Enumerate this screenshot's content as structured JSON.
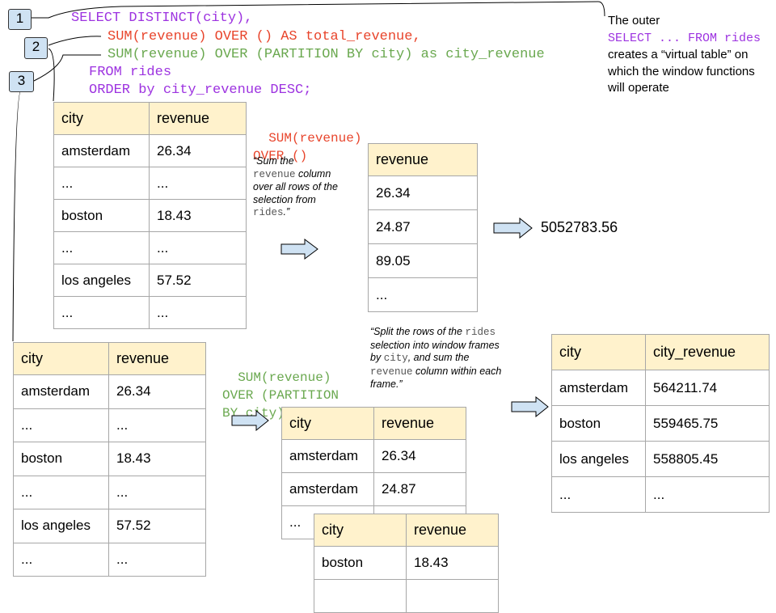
{
  "markers": [
    "1",
    "2",
    "3"
  ],
  "sql": {
    "line1_kw": "SELECT DISTINCT(city),",
    "line2": "SUM(revenue) OVER () AS total_revenue,",
    "line3": "SUM(revenue) OVER (PARTITION BY city) as city_revenue",
    "line4": "FROM rides",
    "line5": "ORDER by city_revenue DESC;"
  },
  "callout": {
    "text1": "The outer",
    "code": "SELECT ... FROM rides",
    "text2": "creates a “virtual table” on which the window functions will operate"
  },
  "section1": {
    "label_line1": "SUM(revenue)",
    "label_line2": "OVER ()",
    "note_a": "“Sum the",
    "note_code1": "revenue",
    "note_b": "column over all rows of the selection from",
    "note_code2": "rides",
    "note_c": ".”",
    "source_table": {
      "headers": [
        "city",
        "revenue"
      ],
      "rows": [
        [
          "amsterdam",
          "26.34"
        ],
        [
          "...",
          "..."
        ],
        [
          "boston",
          "18.43"
        ],
        [
          "...",
          "..."
        ],
        [
          "los angeles",
          "57.52"
        ],
        [
          "...",
          "..."
        ]
      ]
    },
    "revenue_table": {
      "headers": [
        "revenue"
      ],
      "rows": [
        [
          "26.34"
        ],
        [
          "24.87"
        ],
        [
          "89.05"
        ],
        [
          "..."
        ]
      ]
    },
    "result": "5052783.56"
  },
  "section2": {
    "label_line1": "SUM(revenue)",
    "label_line2": "OVER (PARTITION",
    "label_line3": "BY city)",
    "note_a": "“Split the rows of the",
    "note_code1": "rides",
    "note_b": "selection into window frames by",
    "note_code2": "city",
    "note_c": ", and sum the",
    "note_code3": "revenue",
    "note_d": "column within each frame.”",
    "source_table": {
      "headers": [
        "city",
        "revenue"
      ],
      "rows": [
        [
          "amsterdam",
          "26.34"
        ],
        [
          "...",
          "..."
        ],
        [
          "boston",
          "18.43"
        ],
        [
          "...",
          "..."
        ],
        [
          "los angeles",
          "57.52"
        ],
        [
          "...",
          "..."
        ]
      ]
    },
    "frame_amsterdam": {
      "headers": [
        "city",
        "revenue"
      ],
      "rows": [
        [
          "amsterdam",
          "26.34"
        ],
        [
          "amsterdam",
          "24.87"
        ],
        [
          "...",
          "..."
        ]
      ]
    },
    "frame_boston": {
      "headers": [
        "city",
        "revenue"
      ],
      "rows": [
        [
          "boston",
          "18.43"
        ]
      ]
    },
    "result_table": {
      "headers": [
        "city",
        "city_revenue"
      ],
      "rows": [
        [
          "amsterdam",
          "564211.74"
        ],
        [
          "boston",
          "559465.75"
        ],
        [
          "los angeles",
          "558805.45"
        ],
        [
          "...",
          "..."
        ]
      ]
    }
  },
  "colors": {
    "keyword": "#9d33e0",
    "red_code": "#e8452c",
    "green_code": "#6aa84f",
    "header_fill": "#fff2cc",
    "marker_fill": "#cfe2f3",
    "arrow_fill": "#cfe2f3"
  }
}
